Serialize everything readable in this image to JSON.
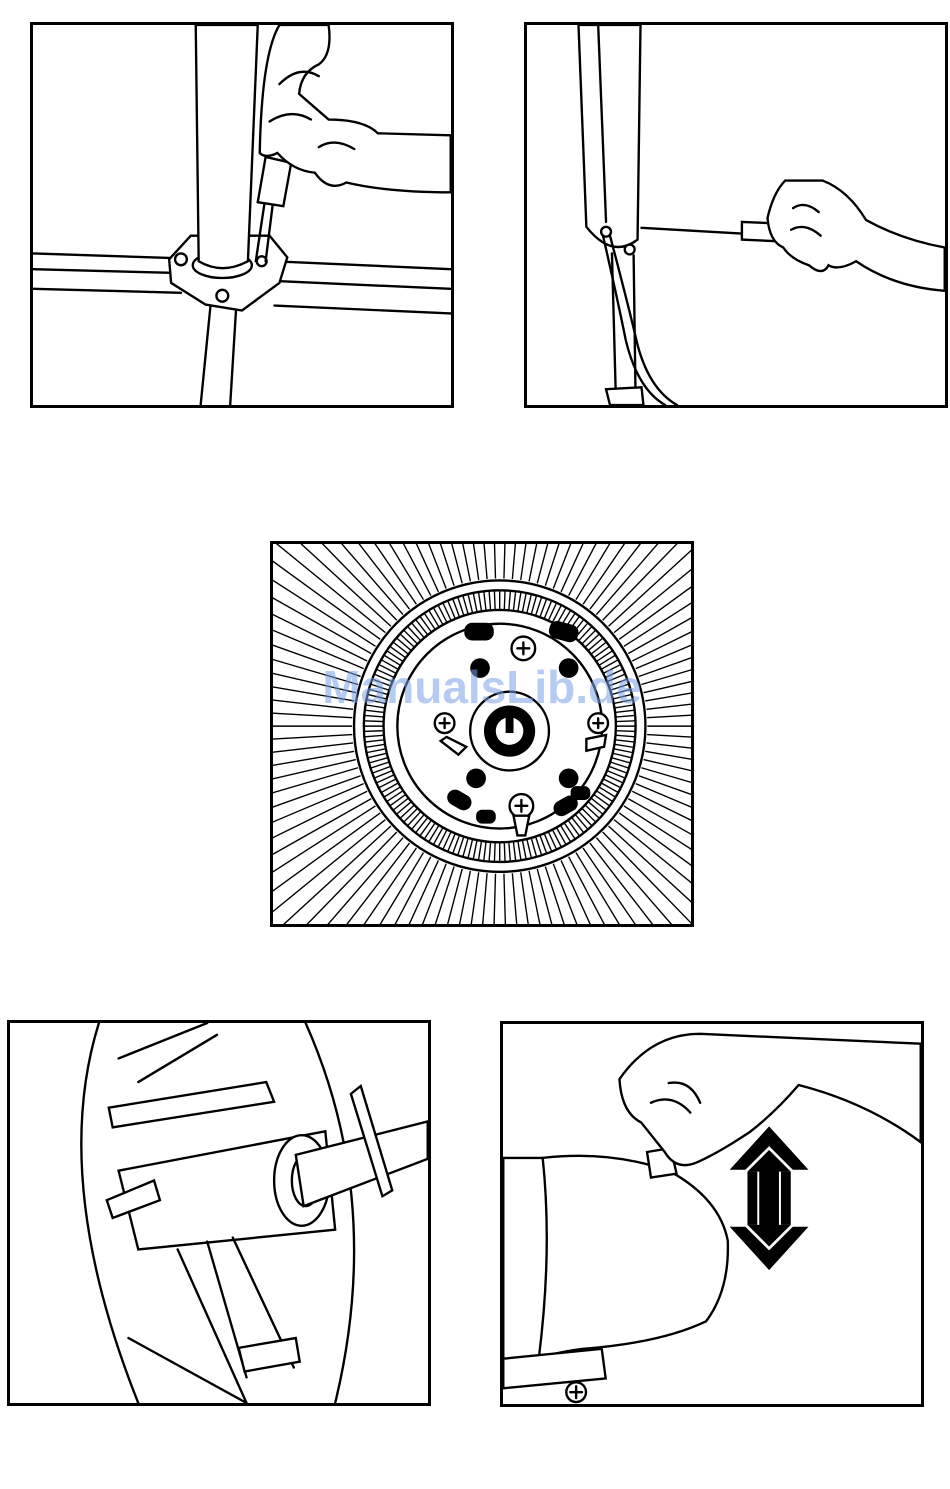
{
  "watermark": {
    "text": "ManualsLib.de"
  },
  "panels": [
    {
      "name": "screwing-base-plate-illustration"
    },
    {
      "name": "screwing-upright-tube-illustration"
    },
    {
      "name": "rear-grille-mount-illustration"
    },
    {
      "name": "motor-shaft-pin-illustration"
    },
    {
      "name": "height-adjust-knob-illustration",
      "icon": "up-down-arrow-icon"
    }
  ]
}
